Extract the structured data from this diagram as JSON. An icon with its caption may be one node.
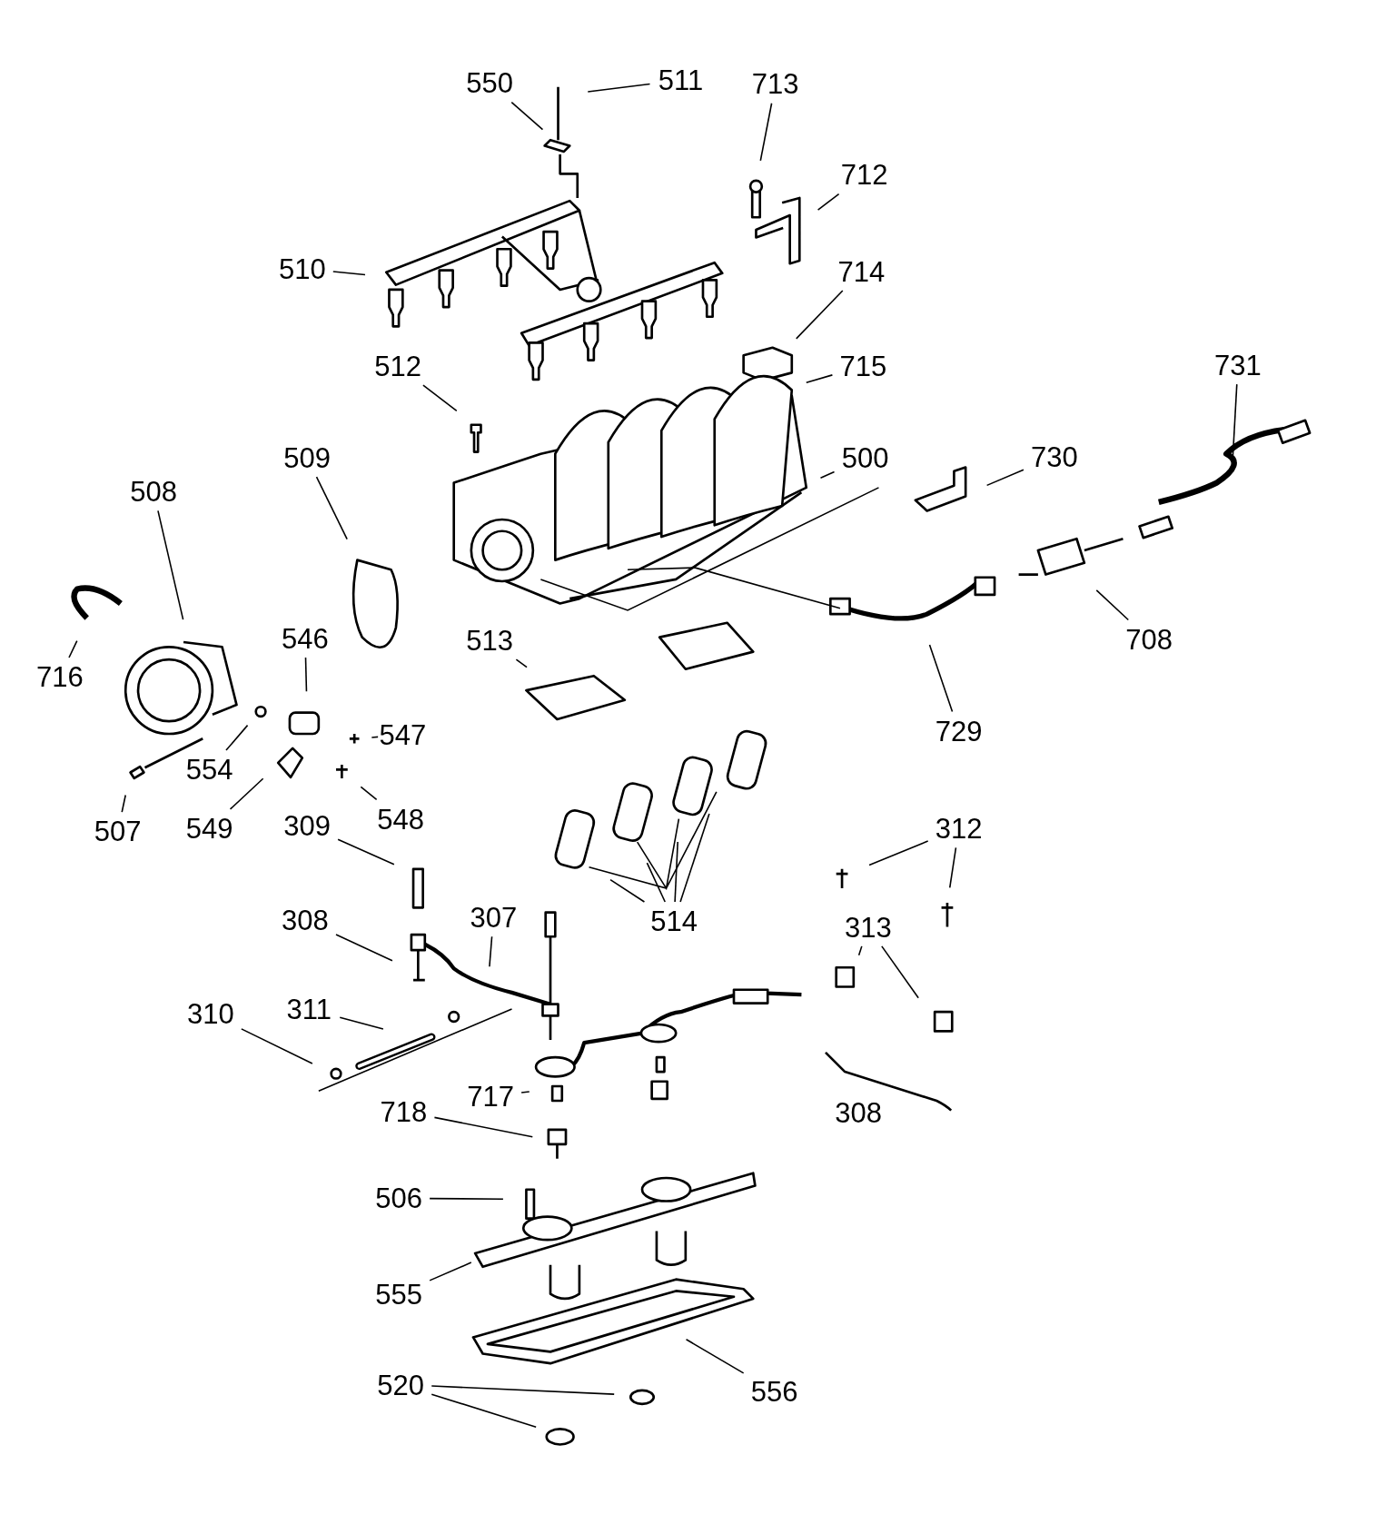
{
  "diagram": {
    "nodes": [
      {
        "text": [
          "550"
        ]
      },
      {
        "text": [
          "511"
        ]
      },
      {
        "text": [
          "713"
        ]
      },
      {
        "text": [
          "712"
        ]
      },
      {
        "text": [
          "510"
        ]
      },
      {
        "text": [
          "714"
        ]
      },
      {
        "text": [
          "512"
        ]
      },
      {
        "text": [
          "715"
        ]
      },
      {
        "text": [
          "731"
        ]
      },
      {
        "text": [
          "509"
        ]
      },
      {
        "text": [
          "500"
        ]
      },
      {
        "text": [
          "730"
        ]
      },
      {
        "text": [
          "508"
        ]
      },
      {
        "text": [
          "546"
        ]
      },
      {
        "text": [
          "513"
        ]
      },
      {
        "text": [
          "708"
        ]
      },
      {
        "text": [
          "716"
        ]
      },
      {
        "text": [
          "554"
        ]
      },
      {
        "text": [
          "547"
        ]
      },
      {
        "text": [
          "729"
        ]
      },
      {
        "text": [
          "507"
        ]
      },
      {
        "text": [
          "549"
        ]
      },
      {
        "text": [
          "548"
        ]
      },
      {
        "text": [
          "309"
        ]
      },
      {
        "text": [
          "312"
        ]
      },
      {
        "text": [
          "308"
        ]
      },
      {
        "text": [
          "307"
        ]
      },
      {
        "text": [
          "514"
        ]
      },
      {
        "text": [
          "313"
        ]
      },
      {
        "text": [
          "310"
        ]
      },
      {
        "text": [
          "311"
        ]
      },
      {
        "text": [
          "717"
        ]
      },
      {
        "text": [
          "718"
        ]
      },
      {
        "text": [
          "506"
        ]
      },
      {
        "text": [
          "555"
        ]
      },
      {
        "text": [
          "520"
        ]
      },
      {
        "text": [
          "556"
        ]
      },
      {
        "text": [
          "308"
        ]
      }
    ],
    "edges": [
      {
        "from": 0,
        "to": null,
        "arrow": "none"
      },
      {
        "from": 1,
        "to": null,
        "arrow": "none"
      },
      {
        "from": 2,
        "to": null,
        "arrow": "none"
      },
      {
        "from": 3,
        "to": null,
        "arrow": "none"
      },
      {
        "from": 4,
        "to": null,
        "arrow": "none"
      },
      {
        "from": 5,
        "to": null,
        "arrow": "none"
      },
      {
        "from": 6,
        "to": null,
        "arrow": "none"
      },
      {
        "from": 7,
        "to": null,
        "arrow": "none"
      },
      {
        "from": 8,
        "to": null,
        "arrow": "none"
      },
      {
        "from": 9,
        "to": null,
        "arrow": "none"
      },
      {
        "from": 10,
        "to": null,
        "arrow": "none"
      },
      {
        "from": 11,
        "to": null,
        "arrow": "none"
      },
      {
        "from": 12,
        "to": null,
        "arrow": "none"
      },
      {
        "from": 13,
        "to": null,
        "arrow": "none"
      },
      {
        "from": 14,
        "to": null,
        "arrow": "none"
      },
      {
        "from": 15,
        "to": null,
        "arrow": "none"
      },
      {
        "from": 16,
        "to": null,
        "arrow": "none"
      },
      {
        "from": 17,
        "to": null,
        "arrow": "none"
      },
      {
        "from": 18,
        "to": null,
        "arrow": "none"
      },
      {
        "from": 19,
        "to": null,
        "arrow": "none"
      },
      {
        "from": 20,
        "to": null,
        "arrow": "none"
      },
      {
        "from": 21,
        "to": null,
        "arrow": "none"
      },
      {
        "from": 22,
        "to": null,
        "arrow": "none"
      },
      {
        "from": 23,
        "to": null,
        "arrow": "none"
      },
      {
        "from": 24,
        "to": null,
        "arrow": "none"
      },
      {
        "from": 24,
        "to": null,
        "arrow": "none"
      },
      {
        "from": 25,
        "to": null,
        "arrow": "none"
      },
      {
        "from": 26,
        "to": null,
        "arrow": "none"
      },
      {
        "from": 27,
        "to": null,
        "arrow": "none"
      },
      {
        "from": 27,
        "to": null,
        "arrow": "none"
      },
      {
        "from": 27,
        "to": null,
        "arrow": "none"
      },
      {
        "from": 27,
        "to": null,
        "arrow": "none"
      },
      {
        "from": 28,
        "to": null,
        "arrow": "none"
      },
      {
        "from": 28,
        "to": null,
        "arrow": "none"
      },
      {
        "from": 29,
        "to": null,
        "arrow": "none"
      },
      {
        "from": 30,
        "to": null,
        "arrow": "none"
      },
      {
        "from": 31,
        "to": null,
        "arrow": "none"
      },
      {
        "from": 32,
        "to": null,
        "arrow": "none"
      },
      {
        "from": 33,
        "to": null,
        "arrow": "none"
      },
      {
        "from": 34,
        "to": null,
        "arrow": "none"
      },
      {
        "from": 35,
        "to": null,
        "arrow": "none"
      },
      {
        "from": 35,
        "to": null,
        "arrow": "none"
      },
      {
        "from": 36,
        "to": null,
        "arrow": "none"
      }
    ]
  }
}
